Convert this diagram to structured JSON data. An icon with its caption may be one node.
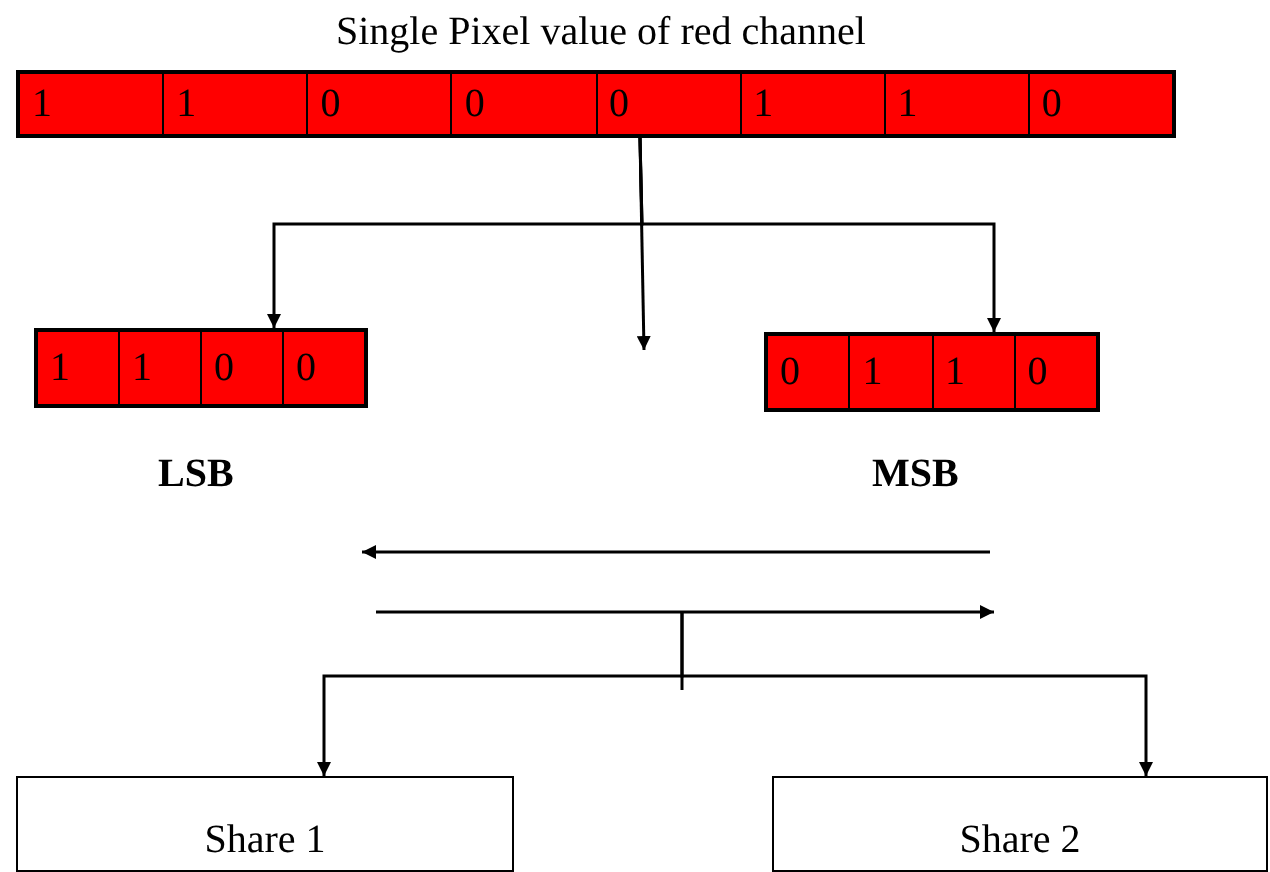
{
  "diagram": {
    "nodes": [
      {
        "text": [
          "Single Pixel value of red channel"
        ]
      },
      {
        "text": [
          "1"
        ],
        "in": 0
      },
      {
        "text": [
          "1"
        ],
        "in": 0
      },
      {
        "text": [
          "0"
        ],
        "in": 0
      },
      {
        "text": [
          "0"
        ],
        "in": 0
      },
      {
        "text": [
          "0"
        ],
        "in": 0
      },
      {
        "text": [
          "1"
        ],
        "in": 0
      },
      {
        "text": [
          "1"
        ],
        "in": 0
      },
      {
        "text": [
          "0"
        ],
        "in": 0
      },
      {
        "text": [
          "LSB"
        ]
      },
      {
        "text": [
          "1"
        ],
        "in": 9
      },
      {
        "text": [
          "1"
        ],
        "in": 9
      },
      {
        "text": [
          "0"
        ],
        "in": 9
      },
      {
        "text": [
          "0"
        ],
        "in": 9
      },
      {
        "text": [
          "MSB"
        ]
      },
      {
        "text": [
          "0"
        ],
        "in": 14
      },
      {
        "text": [
          "1"
        ],
        "in": 14
      },
      {
        "text": [
          "1"
        ],
        "in": 14
      },
      {
        "text": [
          "0"
        ],
        "in": 14
      },
      {
        "text": [
          "Share 1"
        ]
      },
      {
        "text": [
          "Share 2"
        ]
      }
    ],
    "edges": [
      {
        "from": 0,
        "to": 9,
        "arrow": "to"
      },
      {
        "from": 0,
        "to": 14,
        "arrow": "to"
      },
      {
        "from": 0,
        "to": null,
        "arrow": "to"
      },
      {
        "from": null,
        "to": 19,
        "arrow": "to"
      },
      {
        "from": null,
        "to": 20,
        "arrow": "to"
      }
    ]
  }
}
